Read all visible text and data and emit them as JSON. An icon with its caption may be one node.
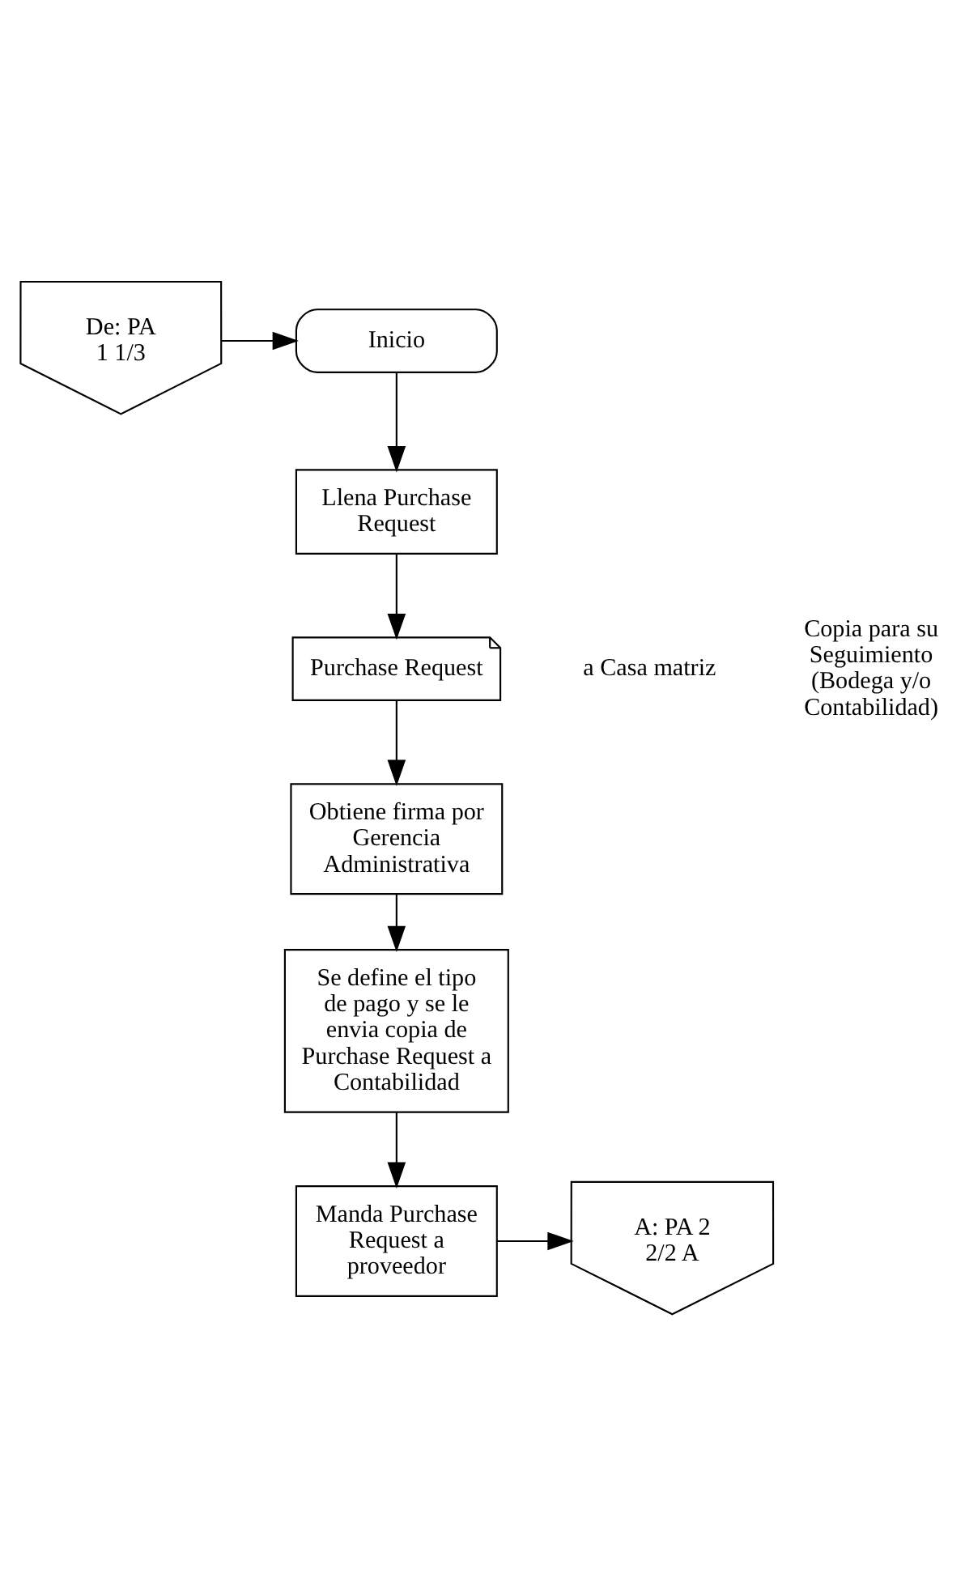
{
  "diagram": {
    "nodes": [
      {
        "text": [
          "De: PA 1 1/3"
        ]
      },
      {
        "text": [
          "Inicio"
        ]
      },
      {
        "text": [
          "Llena Purchase Request"
        ]
      },
      {
        "text": [
          "Purchase Request"
        ],
        "beside": [
          "a Casa matriz",
          "Copia para su Seguimiento (Bodega y/o Contabilidad)"
        ]
      },
      {
        "text": [
          "Obtiene firma por Gerencia Administrativa"
        ]
      },
      {
        "text": [
          "Se define el tipo de pago y se le envia copia de Purchase Request a Contabilidad"
        ]
      },
      {
        "text": [
          "Manda Purchase Request a proveedor"
        ]
      },
      {
        "text": [
          "A: PA 2 2/2 A"
        ]
      }
    ],
    "edges": [
      {
        "from": 0,
        "to": 1,
        "arrow": "to"
      },
      {
        "from": 1,
        "to": 2,
        "arrow": "to"
      },
      {
        "from": 2,
        "to": 3,
        "arrow": "to"
      },
      {
        "from": 3,
        "to": 4,
        "arrow": "to"
      },
      {
        "from": 4,
        "to": 5,
        "arrow": "to"
      },
      {
        "from": 5,
        "to": 6,
        "arrow": "to"
      },
      {
        "from": 6,
        "to": 7,
        "arrow": "to"
      }
    ]
  }
}
